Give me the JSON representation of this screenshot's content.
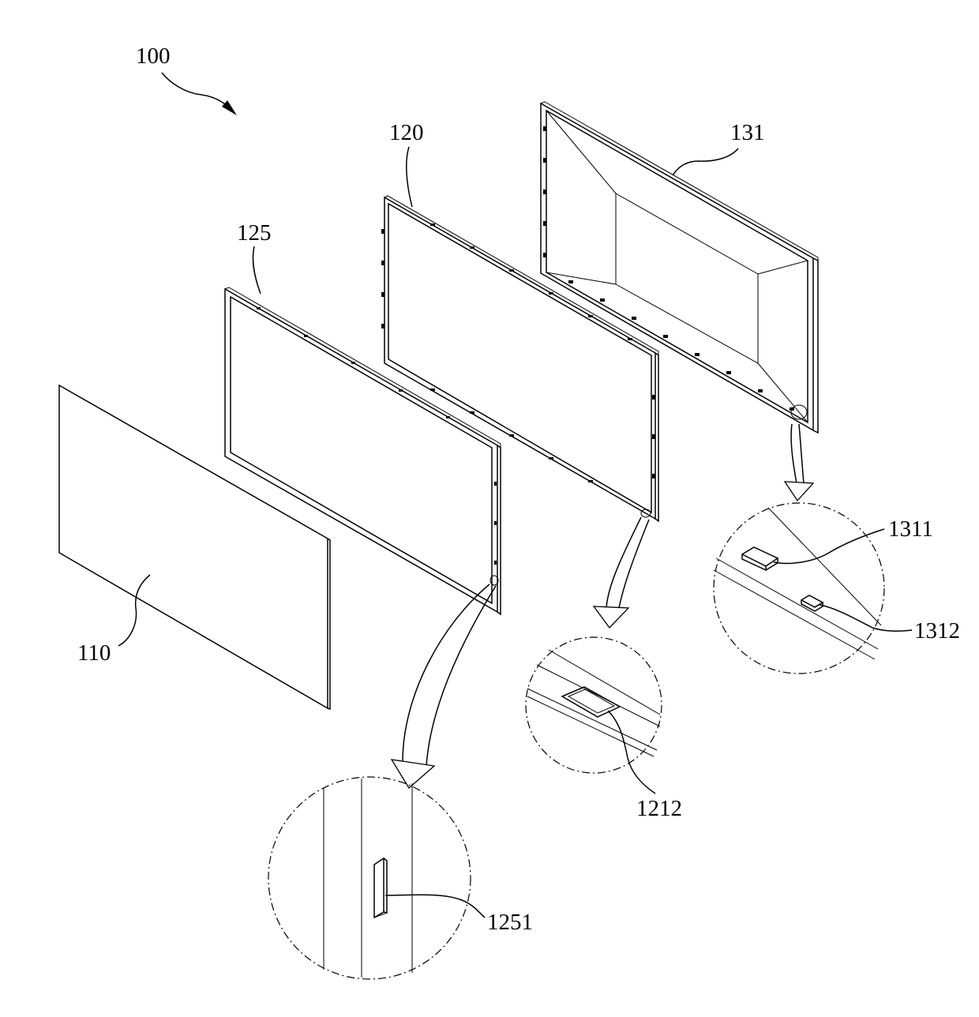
{
  "figure": {
    "labels": {
      "assembly": "100",
      "panel": "110",
      "frame_120": "120",
      "frame_125": "125",
      "back_cover": "131",
      "detail_1212": "1212",
      "detail_1251": "1251",
      "detail_1311": "1311",
      "detail_1312": "1312"
    }
  }
}
